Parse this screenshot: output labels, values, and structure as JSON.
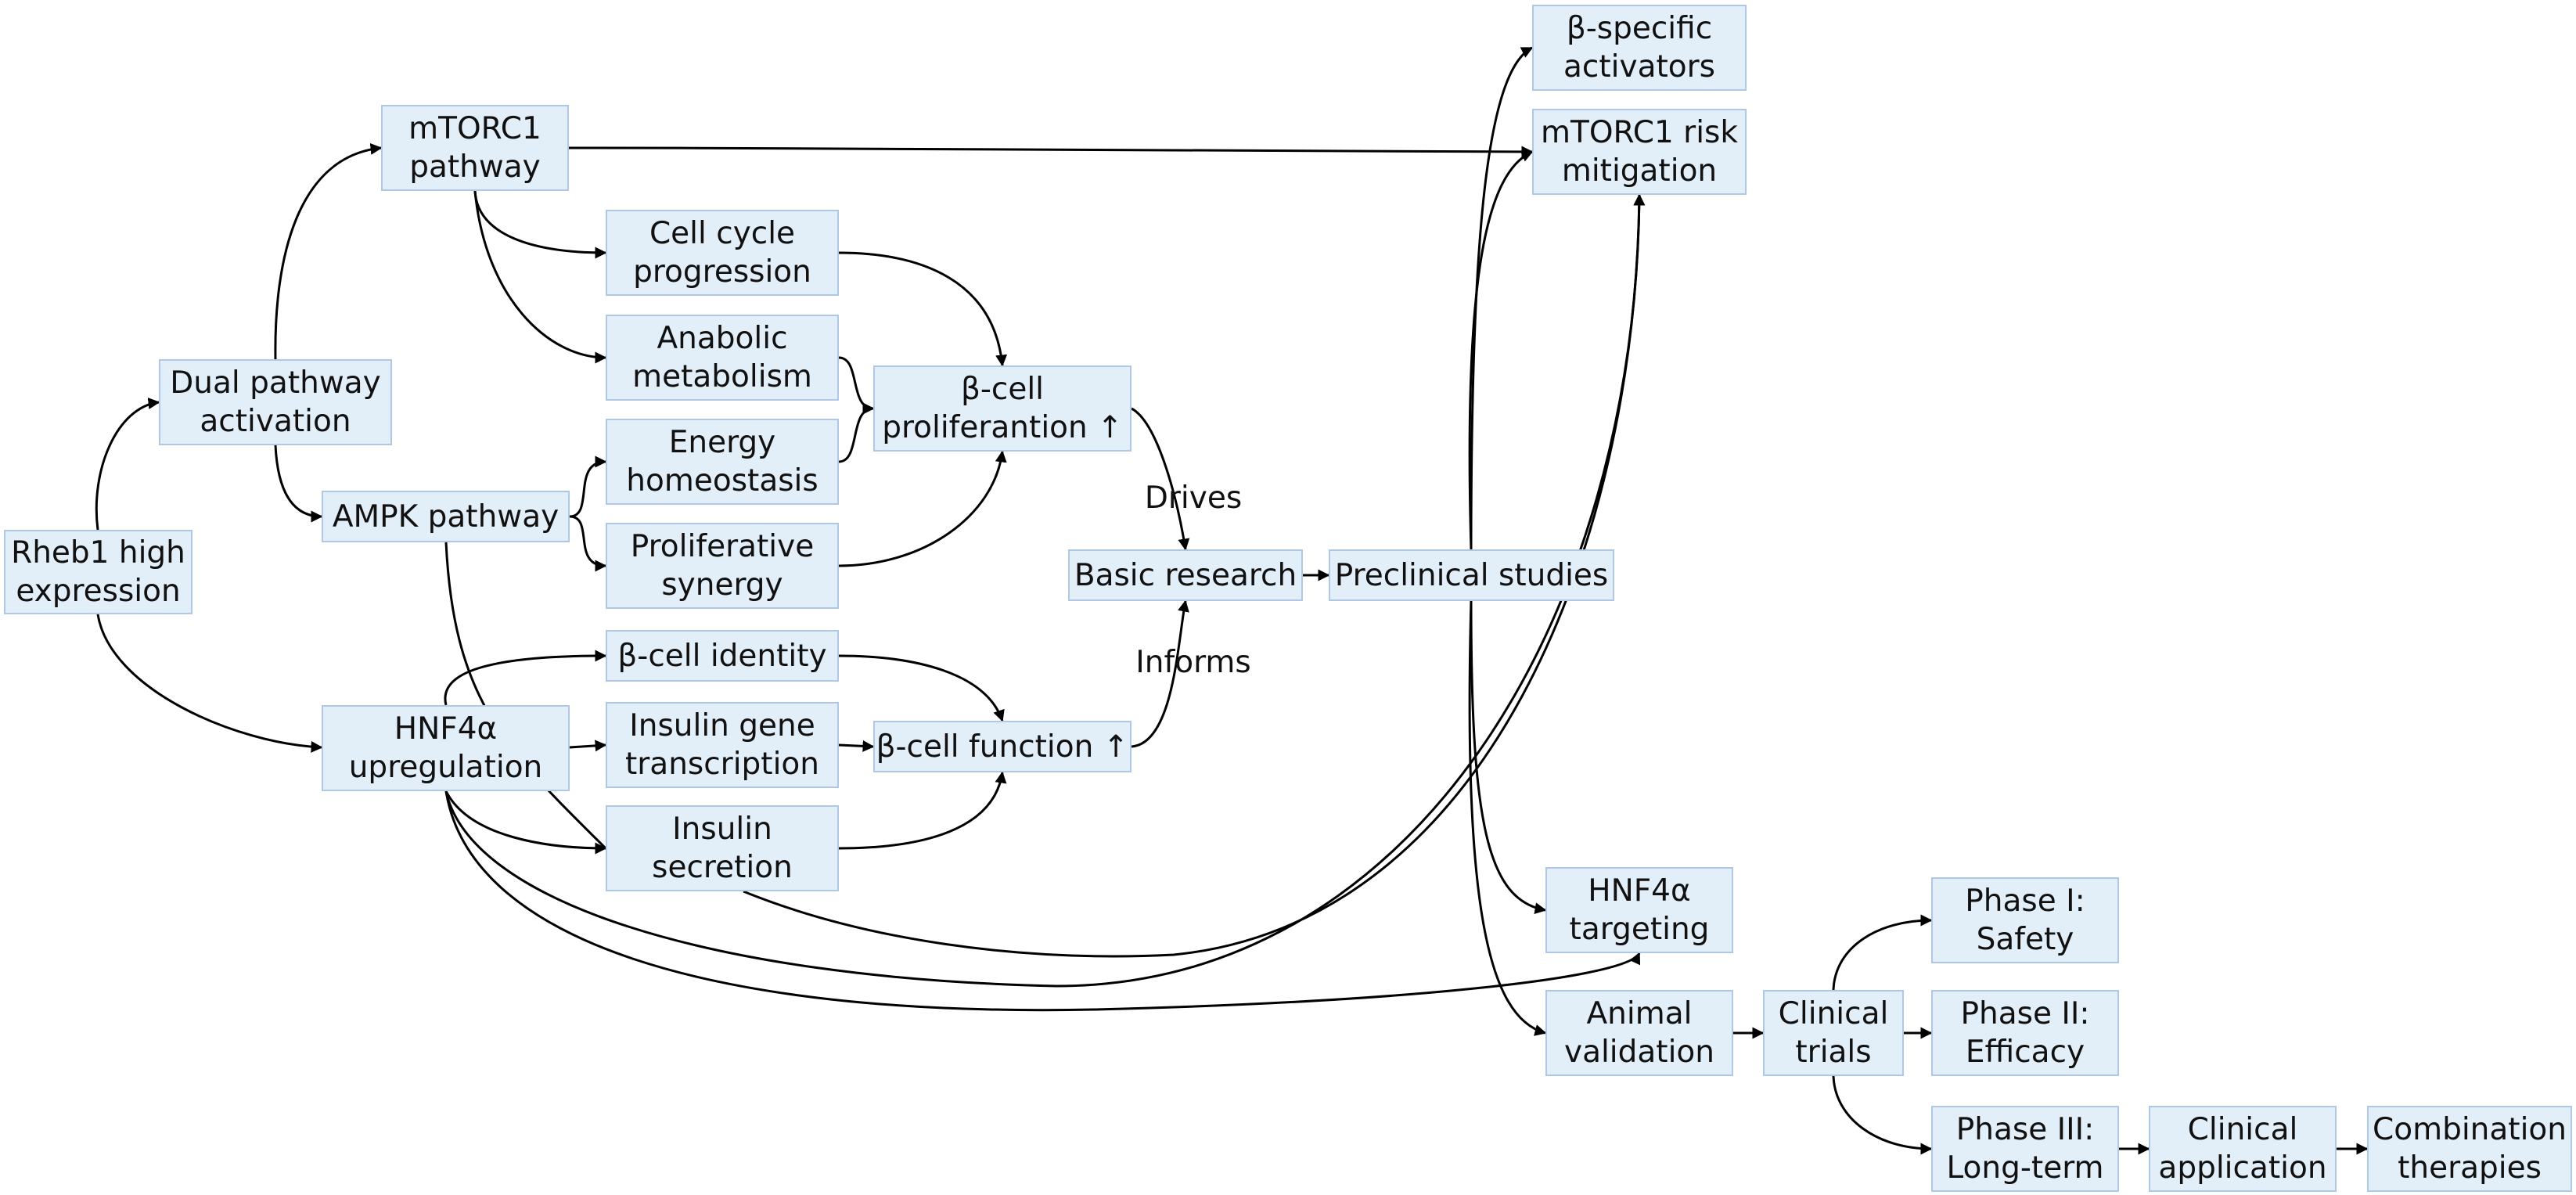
{
  "diagram": {
    "nodes": {
      "rheb1": "Rheb1 high\nexpression",
      "dual": "Dual pathway\nactivation",
      "mtorc1": "mTORC1\npathway",
      "ampk": "AMPK pathway",
      "hnf4a_up": "HNF4α\nupregulation",
      "cellcycle": "Cell cycle\nprogression",
      "anabolic": "Anabolic\nmetabolism",
      "energy": "Energy\nhomeostasis",
      "prolifsyn": "Proliferative\nsynergy",
      "bidentity": "β-cell identity",
      "insgene": "Insulin gene\ntranscription",
      "inssec": "Insulin\nsecretion",
      "bprolif": "β-cell\nproliferantion ↑",
      "bfunc": "β-cell function ↑",
      "basic": "Basic research",
      "preclin": "Preclinical studies",
      "bspec": "β-specific\nactivators",
      "mrisk": "mTORC1 risk\nmitigation",
      "hnf4t": "HNF4α\ntargeting",
      "animal": "Animal\nvalidation",
      "clinical": "Clinical\ntrials",
      "ph1": "Phase I:\nSafety",
      "ph2": "Phase II:\nEfficacy",
      "ph3": "Phase III:\nLong-term",
      "clinapp": "Clinical\napplication",
      "combo": "Combination\ntherapies"
    },
    "edge_labels": {
      "drives": "Drives",
      "informs": "Informs"
    }
  }
}
